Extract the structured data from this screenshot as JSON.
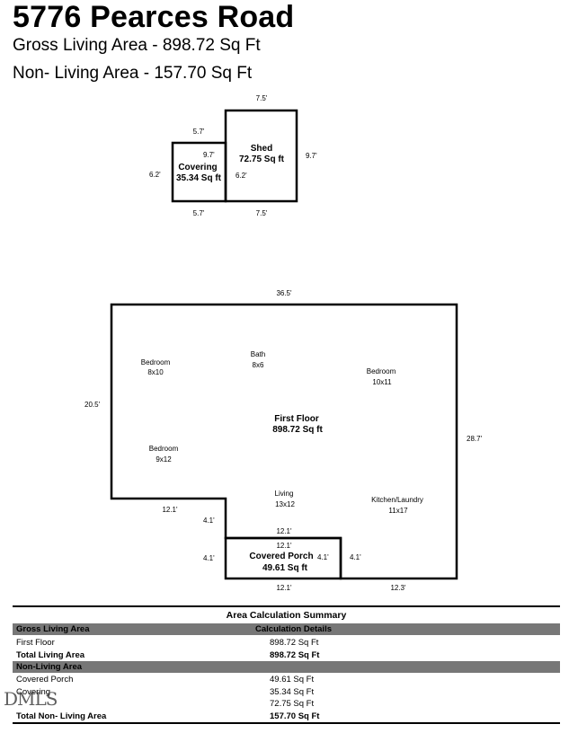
{
  "header": {
    "address": "5776 Pearces Road",
    "gross_living": "Gross Living Area - 898.72 Sq Ft",
    "non_living": "Non- Living Area - 157.70 Sq Ft"
  },
  "plan": {
    "shed": {
      "name": "Shed",
      "area": "72.75 Sq ft",
      "top": "7.5'",
      "bottom": "7.5'",
      "right": "9.7'",
      "left": "9.7'",
      "inner": "6.2'"
    },
    "covering": {
      "name": "Covering",
      "area": "35.34 Sq ft",
      "top": "5.7'",
      "bottom": "5.7'",
      "left": "6.2'"
    },
    "first_floor": {
      "name": "First Floor",
      "area": "898.72 Sq ft"
    },
    "main_dims": {
      "top": "36.5'",
      "left": "20.5'",
      "right": "28.7'",
      "bottom_left_step": "12.1'",
      "step_vertical_upper": "4.1'",
      "step_vertical_lower": "4.1'",
      "porch_top_outer": "12.1'",
      "porch_top_inner": "12.1'",
      "porch_right_inner": "4.1'",
      "porch_right_outer": "4.1'",
      "porch_bottom": "12.1'",
      "bottom_right": "12.3'"
    },
    "rooms": [
      {
        "name": "Bedroom",
        "size": "8x10"
      },
      {
        "name": "Bath",
        "size": "8x6"
      },
      {
        "name": "Bedroom",
        "size": "10x11"
      },
      {
        "name": "Bedroom",
        "size": "9x12"
      },
      {
        "name": "Living",
        "size": "13x12"
      },
      {
        "name": "Kitchen/Laundry",
        "size": "11x17"
      }
    ],
    "porch": {
      "name": "Covered Porch",
      "area": "49.61 Sq ft"
    }
  },
  "summary": {
    "title": "Area Calculation Summary",
    "gross_header": "Gross Living Area",
    "details_header": "Calculation Details",
    "first_floor_label": "First Floor",
    "first_floor_value": "898.72 Sq Ft",
    "total_living_label": "Total Living Area",
    "total_living_value": "898.72 Sq Ft",
    "non_living_header": "Non-Living Area",
    "porch_label": "Covered Porch",
    "porch_value": "49.61 Sq Ft",
    "covering_label": "Covering",
    "covering_value": "35.34 Sq Ft",
    "shed_value": "72.75 Sq Ft",
    "total_non_living_label": "Total Non- Living Area",
    "total_non_living_value": "157.70 Sq Ft"
  },
  "watermark": "DMLS"
}
